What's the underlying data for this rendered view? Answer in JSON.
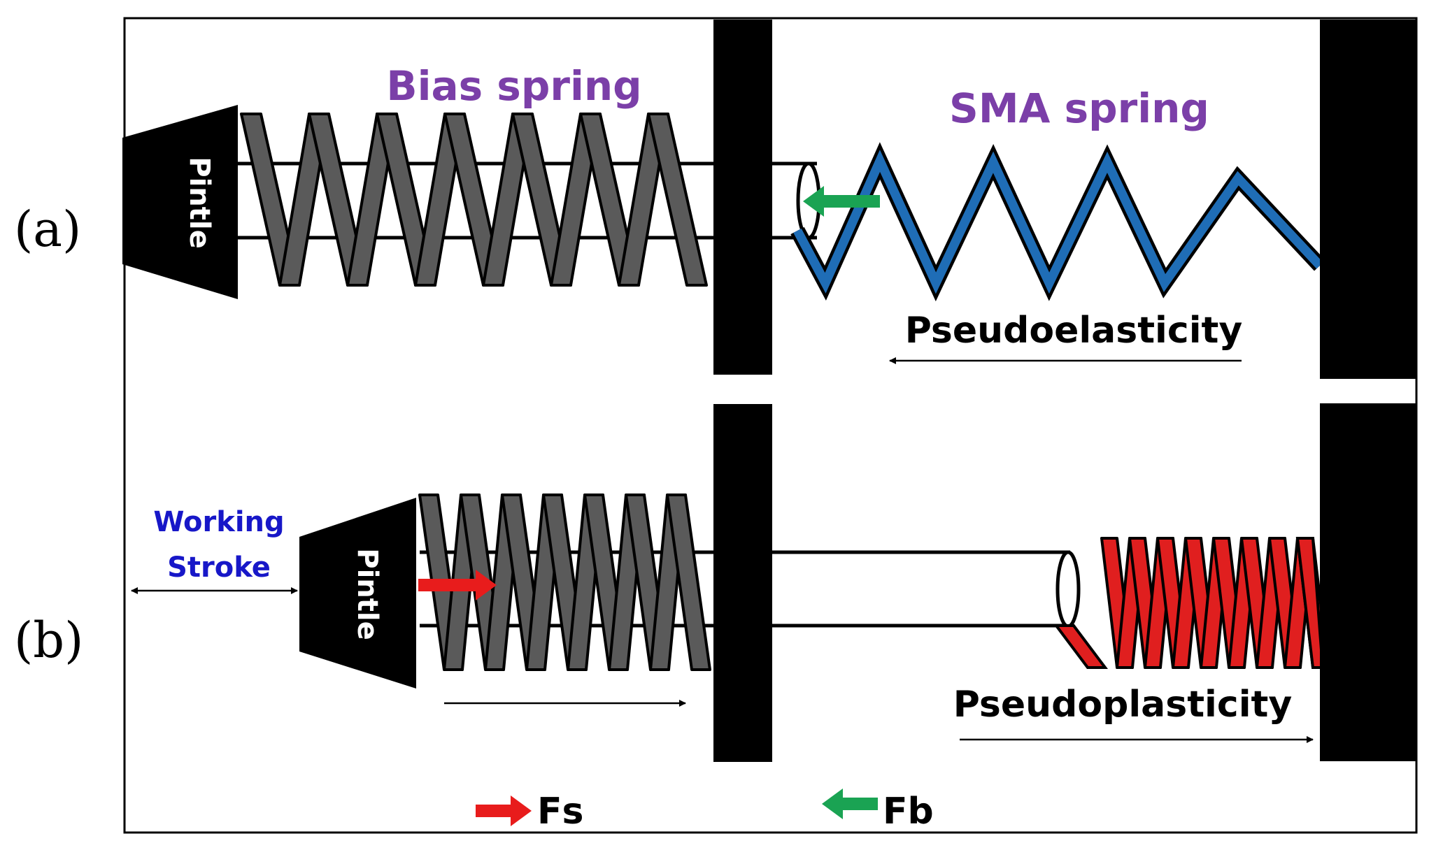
{
  "panels": {
    "a": {
      "tag": "(a)",
      "pintle_label": "Pintle",
      "bias_label": "Bias spring",
      "sma_label": "SMA spring",
      "effect_label": "Pseudoelasticity"
    },
    "b": {
      "tag": "(b)",
      "pintle_label": "Pintle",
      "stroke_label_1": "Working",
      "stroke_label_2": "Stroke",
      "effect_label": "Pseudoplasticity"
    }
  },
  "legend": {
    "fs_label": "Fs",
    "fb_label": "Fb"
  },
  "colors": {
    "bias_spring": "#5a5a5a",
    "sma_spring_a": "#1f6db6",
    "sma_spring_b": "#e01f1f",
    "spring_label": "#7b3fa8",
    "stroke_label": "#1717c8",
    "force_s": "#e81c1c",
    "force_b": "#1aa353"
  }
}
